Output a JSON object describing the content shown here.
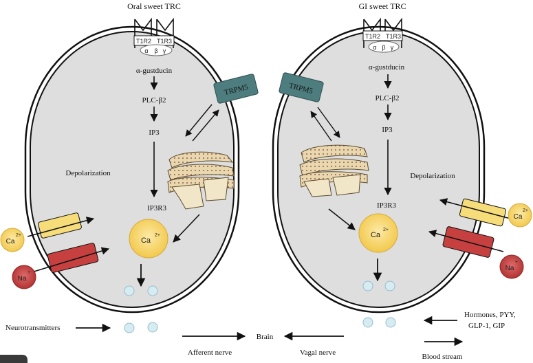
{
  "diagram": {
    "left_cell": {
      "title": "Oral sweet TRC",
      "receptor": {
        "t1r2": "T1R2",
        "t1r3": "T1R3",
        "alpha": "α",
        "beta": "β",
        "gamma": "γ"
      },
      "gustducin": "α-gustducin",
      "plc": "PLC-β2",
      "ip3": "IP3",
      "ip3r3": "IP3R3",
      "trpm5": "TRPM5",
      "depolarization": "Depolarization",
      "ca_inner": "Ca",
      "ca_inner_charge": "2+",
      "ca_outer": "Ca",
      "ca_outer_charge": "2+",
      "na_outer": "Na",
      "na_outer_charge": "+"
    },
    "right_cell": {
      "title": "GI sweet TRC",
      "receptor": {
        "t1r2": "T1R2",
        "t1r3": "T1R3",
        "alpha": "α",
        "beta": "β",
        "gamma": "γ"
      },
      "gustducin": "α-gustducin",
      "plc": "PLC-β2",
      "ip3": "IP3",
      "ip3r3": "IP3R3",
      "trpm5": "TRPM5",
      "depolarization": "Depolarization",
      "ca_inner": "Ca",
      "ca_inner_charge": "2+",
      "ca_outer": "Ca",
      "ca_outer_charge": "2+",
      "na_outer": "Na",
      "na_outer_charge": "+"
    },
    "bottom": {
      "neurotransmitters": "Neurotransmitters",
      "brain": "Brain",
      "afferent_nerve": "Afferent nerve",
      "vagal_nerve": "Vagal nerve",
      "hormones_line1": "Hormones, PYY,",
      "hormones_line2": "GLP-1, GIP",
      "blood_stream": "Blood stream"
    }
  },
  "colors": {
    "cell_fill": "#dedede",
    "membrane": "#111111",
    "trpm5": "#4e7d7f",
    "ca_ion": "#f6d36b",
    "na_ion": "#c94444",
    "ca_channel": "#f7dc7a",
    "na_channel": "#c64040",
    "vesicle": "#d6ecf3",
    "er_fill": "#e8d9b3"
  }
}
